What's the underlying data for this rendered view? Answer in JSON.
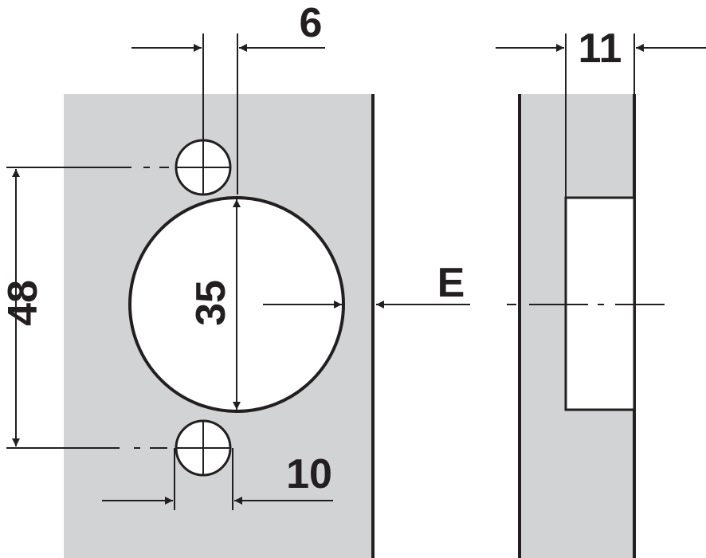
{
  "labels": {
    "dim_6": "6",
    "dim_11": "11",
    "dim_35": "35",
    "dim_48": "48",
    "dim_10": "10",
    "edge": "E"
  },
  "colors": {
    "panel_fill": "#d1d3d4",
    "line": "#231f20",
    "background": "#ffffff"
  }
}
